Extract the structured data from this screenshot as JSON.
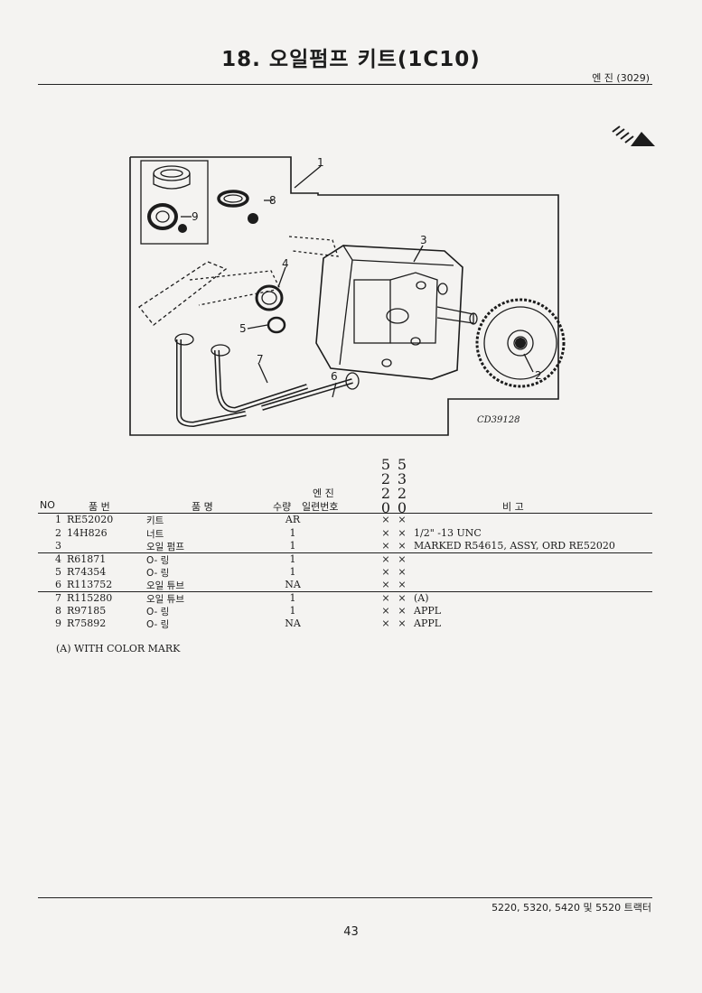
{
  "page": {
    "title": "18. 오일펌프 키트(1C10)",
    "section": "엔 진 (3029)",
    "figure_code": "CD39128",
    "footer_models": "5220, 5320, 5420 및 5520 트랙터",
    "page_number": "43"
  },
  "callouts": [
    "1",
    "2",
    "3",
    "4",
    "5",
    "6",
    "7",
    "8",
    "9"
  ],
  "table": {
    "model_columns": [
      {
        "digits": [
          "5",
          "2",
          "2",
          "0"
        ]
      },
      {
        "digits": [
          "5",
          "3",
          "2",
          "0"
        ]
      }
    ],
    "headers": {
      "no": "NO",
      "part_no": "품  번",
      "part_name": "품      명",
      "qty": "수량",
      "engine": "엔   진",
      "serial": "일련번호",
      "remarks": "비        고"
    },
    "rows": [
      {
        "no": "1",
        "part": "RE52020",
        "name": "키트",
        "qty": "AR",
        "m1": "×",
        "m2": "×",
        "remarks": ""
      },
      {
        "no": "2",
        "part": "14H826",
        "name": "너트",
        "qty": "1",
        "m1": "×",
        "m2": "×",
        "remarks": "1/2\" -13 UNC"
      },
      {
        "no": "3",
        "part": "",
        "name": "오일 펌프",
        "qty": "1",
        "m1": "×",
        "m2": "×",
        "remarks": "MARKED R54615, ASSY, ORD RE52020"
      },
      {
        "no": "4",
        "part": "R61871",
        "name": "O- 링",
        "qty": "1",
        "m1": "×",
        "m2": "×",
        "remarks": ""
      },
      {
        "no": "5",
        "part": "R74354",
        "name": "O- 링",
        "qty": "1",
        "m1": "×",
        "m2": "×",
        "remarks": ""
      },
      {
        "no": "6",
        "part": "R113752",
        "name": "오일 튜브",
        "qty": "NA",
        "m1": "×",
        "m2": "×",
        "remarks": ""
      },
      {
        "no": "7",
        "part": "R115280",
        "name": "오일 튜브",
        "qty": "1",
        "m1": "×",
        "m2": "×",
        "remarks": "(A)"
      },
      {
        "no": "8",
        "part": "R97185",
        "name": "O- 링",
        "qty": "1",
        "m1": "×",
        "m2": "×",
        "remarks": "APPL"
      },
      {
        "no": "9",
        "part": "R75892",
        "name": "O- 링",
        "qty": "NA",
        "m1": "×",
        "m2": "×",
        "remarks": "APPL"
      }
    ],
    "note": "(A) WITH COLOR MARK"
  }
}
